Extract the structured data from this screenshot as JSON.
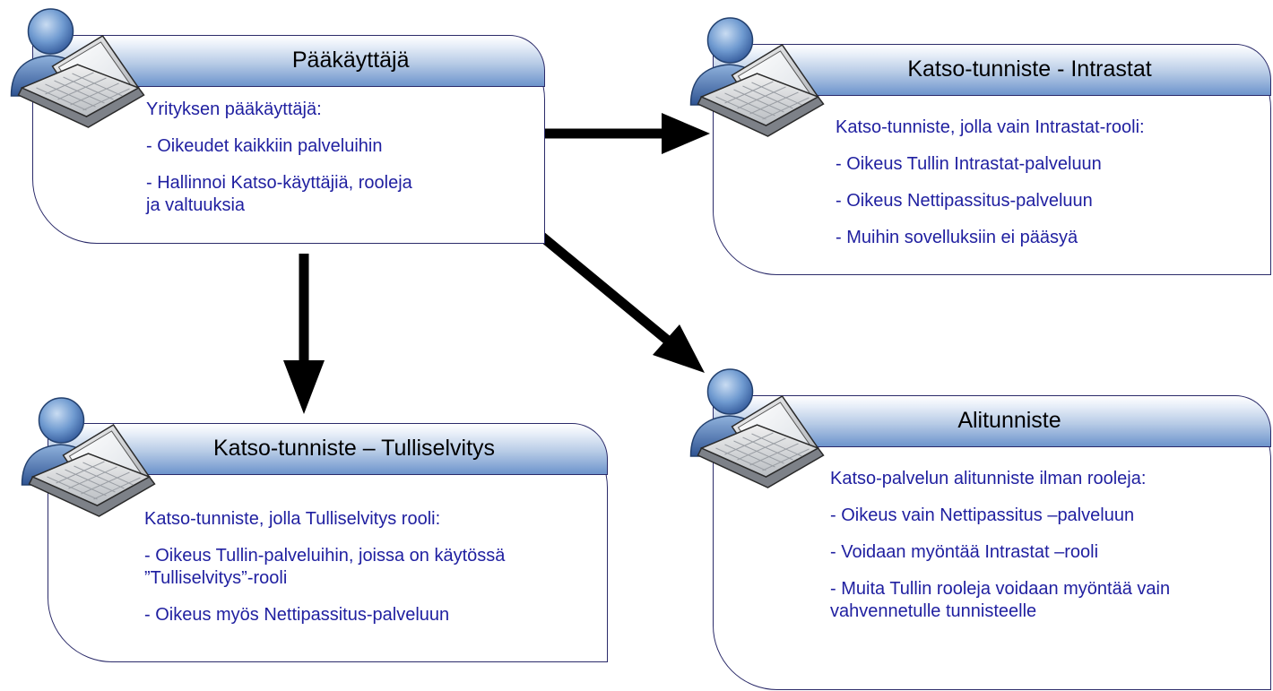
{
  "nodes": {
    "admin": {
      "title": "Pääkäyttäjä",
      "lines": [
        "Yrityksen pääkäyttäjä:",
        "- Oikeudet kaikkiin palveluihin",
        "- Hallinnoi Katso-käyttäjiä, rooleja ja valtuuksia"
      ]
    },
    "intrastat": {
      "title": "Katso-tunniste - Intrastat",
      "lines": [
        "Katso-tunniste, jolla vain Intrastat-rooli:",
        "- Oikeus Tullin Intrastat-palveluun",
        "- Oikeus Nettipassitus-palveluun",
        "- Muihin sovelluksiin ei pääsyä"
      ]
    },
    "tulliselvitys": {
      "title": "Katso-tunniste – Tulliselvitys",
      "lines": [
        "Katso-tunniste, jolla Tulliselvitys rooli:",
        "- Oikeus Tullin-palveluihin, joissa on käytössä ”Tulliselvitys”-rooli",
        "- Oikeus myös Nettipassitus-palveluun"
      ]
    },
    "alitunniste": {
      "title": "Alitunniste",
      "lines": [
        "Katso-palvelun alitunniste ilman rooleja:",
        "- Oikeus vain Nettipassitus –palveluun",
        "- Voidaan myöntää Intrastat –rooli",
        "- Muita Tullin rooleja voidaan myöntää vain vahvennetulle tunnisteelle"
      ]
    }
  }
}
